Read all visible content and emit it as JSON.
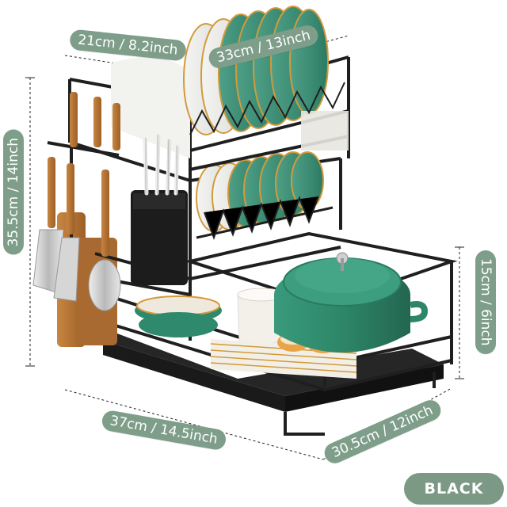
{
  "product": {
    "color_label": "BLACK",
    "accent_color": "#7b9985",
    "frame_color": "#1f1f1f",
    "pot_color": "#2f8a6d",
    "plate_rim_color": "#d39a3c"
  },
  "dimensions": {
    "top_width": "21cm / 8.2inch",
    "top_length": "33cm / 13inch",
    "height": "35.5cm / 14inch",
    "lower_height": "15cm / 6inch",
    "base_length": "37cm / 14.5inch",
    "base_width": "30.5cm / 12inch"
  },
  "icons": {
    "dimension_lines": "dimension-arrow-icon"
  }
}
